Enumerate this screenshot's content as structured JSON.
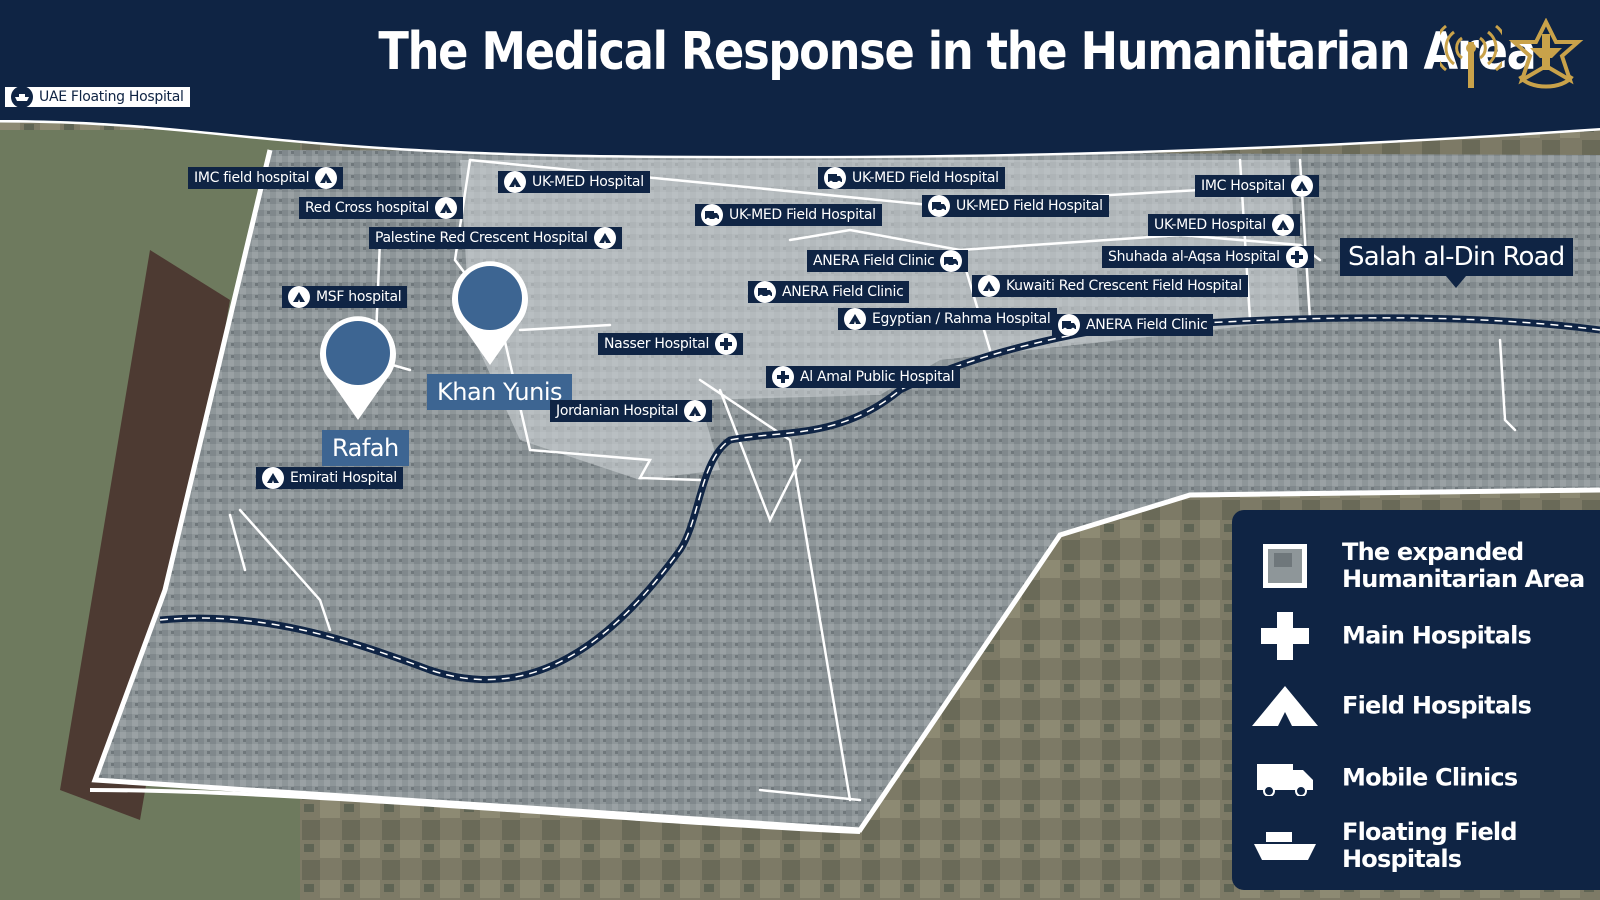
{
  "header": {
    "title": "The Medical Response in the Humanitarian Area"
  },
  "colors": {
    "navy": "#0f2444",
    "pin_blue": "#3d6592",
    "white": "#ffffff",
    "gold": "#c9a24a"
  },
  "cities": [
    {
      "label": "Rafah"
    },
    {
      "label": "Khan Yunis"
    }
  ],
  "road": {
    "label": "Salah al-Din Road"
  },
  "facilities": [
    {
      "label": "UAE Floating Hospital",
      "icon": "boat-icon"
    },
    {
      "label": "IMC field hospital",
      "icon": "tent-icon"
    },
    {
      "label": "Red Cross hospital",
      "icon": "tent-icon"
    },
    {
      "label": "Palestine Red Crescent Hospital",
      "icon": "tent-icon"
    },
    {
      "label": "UK-MED Hospital",
      "icon": "tent-icon"
    },
    {
      "label": "UK-MED Field Hospital",
      "icon": "van-icon"
    },
    {
      "label": "UK-MED Field Hospital",
      "icon": "van-icon"
    },
    {
      "label": "UK-MED Field Hospital",
      "icon": "van-icon"
    },
    {
      "label": "IMC Hospital",
      "icon": "tent-icon"
    },
    {
      "label": "UK-MED Hospital",
      "icon": "tent-icon"
    },
    {
      "label": "Shuhada al-Aqsa Hospital",
      "icon": "cross-icon"
    },
    {
      "label": "MSF hospital",
      "icon": "tent-icon"
    },
    {
      "label": "ANERA Field Clinic",
      "icon": "van-icon"
    },
    {
      "label": "ANERA Field Clinic",
      "icon": "van-icon"
    },
    {
      "label": "Kuwaiti Red Crescent Field Hospital",
      "icon": "tent-icon"
    },
    {
      "label": "Egyptian / Rahma Hospital",
      "icon": "tent-icon"
    },
    {
      "label": "ANERA Field Clinic",
      "icon": "van-icon"
    },
    {
      "label": "Nasser Hospital",
      "icon": "cross-icon"
    },
    {
      "label": "Al Amal Public Hospital",
      "icon": "cross-icon"
    },
    {
      "label": "Jordanian Hospital",
      "icon": "tent-icon"
    },
    {
      "label": "Emirati Hospital",
      "icon": "tent-icon"
    }
  ],
  "legend": [
    {
      "label": "The expanded\nHumanitarian Area",
      "icon": "area-swatch-icon"
    },
    {
      "label": "Main Hospitals",
      "icon": "cross-icon"
    },
    {
      "label": "Field Hospitals",
      "icon": "tent-icon"
    },
    {
      "label": "Mobile Clinics",
      "icon": "van-icon"
    },
    {
      "label": "Floating Field Hospitals",
      "icon": "boat-icon"
    }
  ]
}
